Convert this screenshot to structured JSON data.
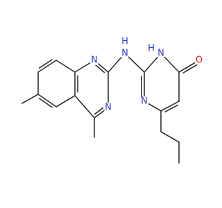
{
  "labels": {
    "n_q1": "N",
    "n_q3": "N",
    "n_link": "N",
    "h_link": "H",
    "n_p1": "N",
    "h_p3": "H",
    "n_p3": "N",
    "o_carbonyl": "O"
  },
  "colors": {
    "bond": "#303030",
    "nitrogen": "#3040c8",
    "oxygen": "#e0201f",
    "background": "#ffffff"
  }
}
